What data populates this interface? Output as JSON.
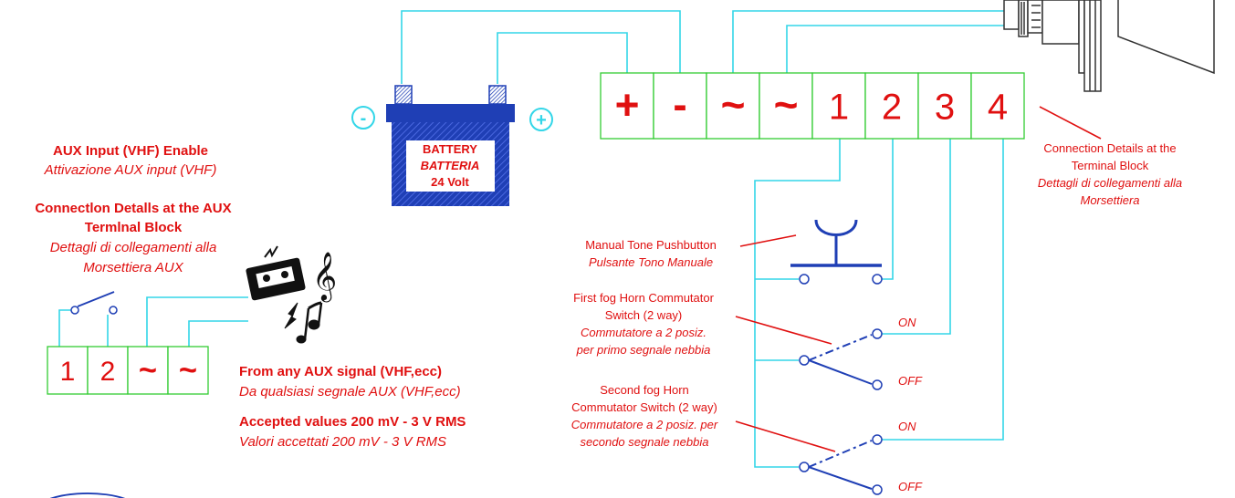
{
  "terminal_main": {
    "cells": [
      "+",
      "-",
      "~",
      "~",
      "1",
      "2",
      "3",
      "4"
    ]
  },
  "terminal_aux": {
    "cells": [
      "1",
      "2",
      "~",
      "~"
    ]
  },
  "battery": {
    "line1": "BATTERY",
    "line2": "BATTERIA",
    "line3": "24 Volt",
    "minus": "-",
    "plus": "+"
  },
  "aux_enable": {
    "title": "AUX Input (VHF) Enable",
    "title_it": "Attivazione AUX input (VHF)"
  },
  "aux_connection": {
    "title_1": "Connectlon Detalls at the AUX",
    "title_2": "Termlnal Block",
    "it_1": "Dettagli di collegamenti alla",
    "it_2": "Morsettiera AUX"
  },
  "main_connection": {
    "l1": "Connection Details at the",
    "l2": "Terminal Block",
    "l3": "Dettagli di collegamenti alla",
    "l4": "Morsettiera"
  },
  "aux_signal": {
    "from": "From any AUX signal (VHF,ecc)",
    "from_it": "Da qualsiasi segnale AUX (VHF,ecc)",
    "accepted": "Accepted values 200 mV - 3 V RMS",
    "accepted_it": "Valori accettati 200 mV - 3 V RMS"
  },
  "pushbutton": {
    "label": "Manual Tone Pushbutton",
    "label_it": "Pulsante Tono Manuale"
  },
  "switch_1": {
    "l1": "First fog Horn Commutator",
    "l2": "Switch (2 way)",
    "l3": "Commutatore a 2 posiz.",
    "l4": "per primo segnale nebbia",
    "on": "ON",
    "off": "OFF"
  },
  "switch_2": {
    "l1": "Second fog Horn",
    "l2": "Commutator Switch (2 way)",
    "l3": "Commutatore a 2 posiz. per",
    "l4": "secondo segnale nebbia",
    "on": "ON",
    "off": "OFF"
  },
  "colors": {
    "wire": "#33d6e8",
    "terminal_border": "#33cc33",
    "text_red": "#e01010",
    "component_blue": "#1f3fb5"
  }
}
